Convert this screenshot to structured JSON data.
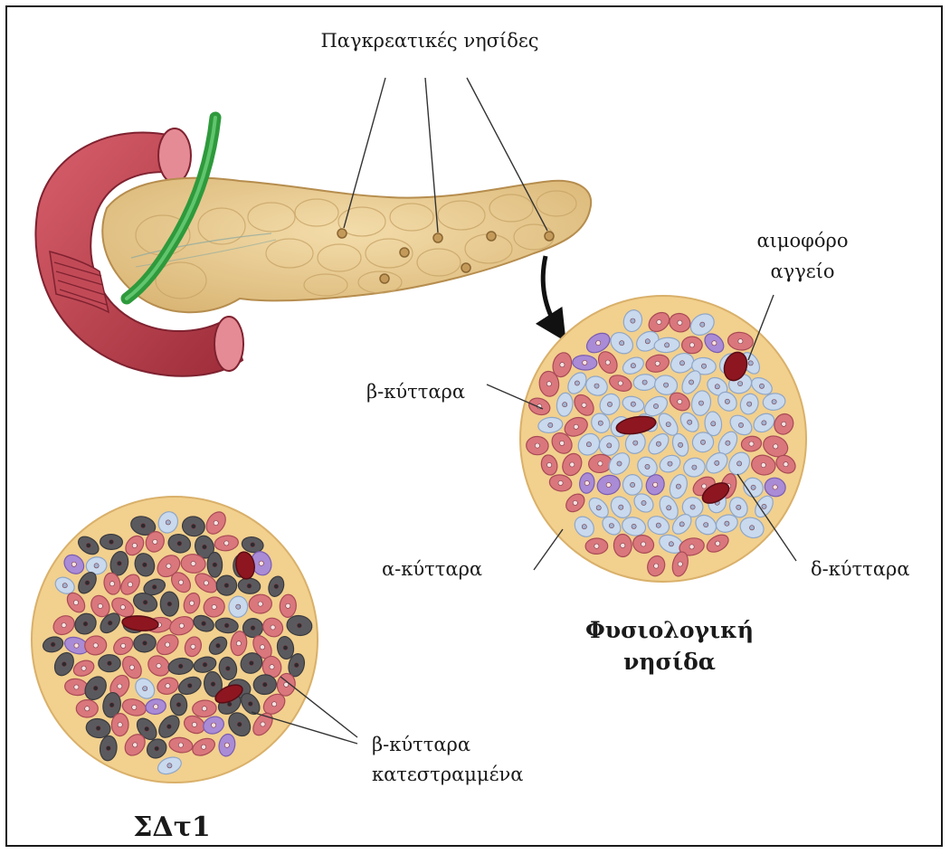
{
  "labels": {
    "islets": "Παγκρεατικές νησίδες",
    "blood_vessel_line1": "αιμοφόρο",
    "blood_vessel_line2": "αγγείο",
    "beta_cells": "β-κύτταρα",
    "alpha_cells": "α-κύτταρα",
    "delta_cells": "δ-κύτταρα",
    "normal_islet_line1": "Φυσιολογική",
    "normal_islet_line2": "νησίδα",
    "destroyed_line1": "β-κύτταρα",
    "destroyed_line2": "κατεστραμμένα",
    "t1d": "ΣΔτ1"
  },
  "colors": {
    "alpha_cell": "#d9777d",
    "beta_cell": "#c9d9ee",
    "delta_cell": "#a98bd6",
    "destroyed_beta": "#5a5a5e",
    "blood_vessel": "#8e1620",
    "islet_matrix": "#f2d08e",
    "pancreas": "#e7c98d",
    "duodenum": "#b33a48",
    "bile_duct": "#2e9a3c"
  }
}
